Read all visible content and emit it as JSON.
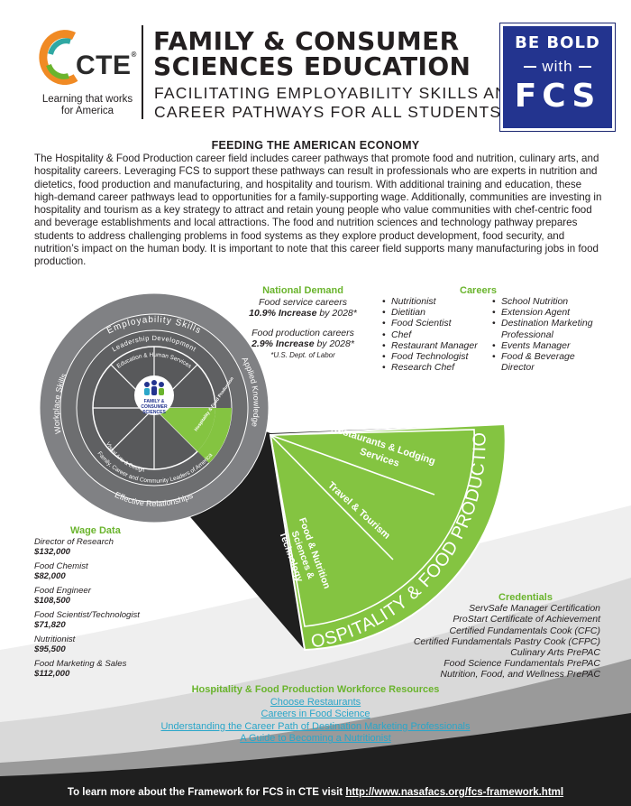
{
  "header": {
    "logo_word": "CTE",
    "logo_mark": "®",
    "logo_tagline_1": "Learning that works",
    "logo_tagline_2": "for America",
    "title_line1": "FAMILY & CONSUMER",
    "title_line2": "SCIENCES EDUCATION",
    "subtitle_line1": "FACILITATING EMPLOYABILITY SKILLS AND",
    "subtitle_line2": "CAREER PATHWAYS FOR ALL STUDENTS",
    "badge_top": "BE BOLD",
    "badge_mid": "with",
    "badge_bottom": "FCS"
  },
  "intro": {
    "heading": "FEEDING THE AMERICAN ECONOMY",
    "body": "The Hospitality & Food Production career field includes career pathways that promote food and nutrition, culinary arts, and hospitality careers. Leveraging FCS to support these pathways can result in professionals who are experts in nutrition and dietetics, food production and manufacturing, and hospitality and tourism. With additional training and education, these high-demand career pathways lead to opportunities for a family-supporting wage. Additionally, communities are investing in hospitality and tourism as a key strategy to attract and retain young people who value communities with chef-centric food and beverage establishments and local attractions. The food and nutrition sciences and technology pathway prepares students to address challenging problems in food systems as they explore product development, food security, and nutrition’s impact on the human body. It is important to note that this career field supports many manufacturing jobs in food production."
  },
  "national_demand": {
    "heading": "National Demand",
    "line1": "Food service careers",
    "line1_stat": "10.9% Increase",
    "line1_suffix": " by 2028*",
    "line2": "Food production careers",
    "line2_stat": "2.9% Increase",
    "line2_suffix": " by 2028*",
    "source": "*U.S. Dept. of Labor"
  },
  "careers": {
    "heading": "Careers",
    "col_a": [
      "Nutritionist",
      "Dietitian",
      "Food Scientist",
      "Chef",
      "Restaurant Manager",
      "Food Technologist",
      "Research Chef"
    ],
    "col_b": [
      "School Nutrition",
      "Extension Agent",
      "Destination Marketing Professional",
      "Events Manager",
      "Food & Beverage Director"
    ]
  },
  "wheel": {
    "ring_outer": [
      "Employability Skills",
      "Applied Knowledge",
      "Effective Relationships",
      "Workplace Skills"
    ],
    "ring_mid": [
      "Leadership Development",
      "Family, Career and Community Leaders of America"
    ],
    "ring_inner": [
      "Education & Human Services",
      "Visual Arts & Design"
    ],
    "center_1": "FAMILY &",
    "center_2": "CONSUMER",
    "center_3": "SCIENCES",
    "highlight_segment": "Hospitality & Food Production",
    "wedge_title": "HOSPITALITY & FOOD PRODUCTION",
    "wedge_title_side": "HOSPITALITY & FOOD PRODUCTION",
    "wedge_sections": [
      "Restaurants & Lodging Services",
      "Travel & Tourism",
      "Food & Nutrition Sciences & Technology"
    ]
  },
  "wage_data": {
    "heading": "Wage Data",
    "items": [
      {
        "title": "Director of Research",
        "wage": "$132,000"
      },
      {
        "title": "Food Chemist",
        "wage": "$82,000"
      },
      {
        "title": "Food Engineer",
        "wage": "$108,500"
      },
      {
        "title": "Food Scientist/Technologist",
        "wage": "$71,820"
      },
      {
        "title": "Nutritionist",
        "wage": "$95,500"
      },
      {
        "title": "Food Marketing & Sales",
        "wage": "$112,000"
      }
    ]
  },
  "credentials": {
    "heading": "Credentials",
    "items": [
      "ServSafe Manager Certification",
      "ProStart Certificate of Achievement",
      "Certified Fundamentals Cook (CFC)",
      "Certified Fundamentals Pastry Cook (CFPC)",
      "Culinary Arts PrePAC",
      "Food Science Fundamentals PrePAC",
      "Nutrition, Food, and Wellness PrePAC"
    ]
  },
  "resources": {
    "heading": "Hospitality & Food Production Workforce Resources",
    "links": [
      "Choose Restaurants",
      "Careers in Food Science",
      "Understanding the Career Path of Destination Marketing Professionals",
      "A Guide to Becoming a Nutritionist"
    ]
  },
  "footer": {
    "text": "To learn more about the Framework for FCS in CTE visit ",
    "url": "http://www.nasafacs.org/fcs-framework.html"
  },
  "colors": {
    "brand_green": "#6ab42d",
    "wedge_green": "#84c441",
    "badge_navy": "#23348f",
    "link_blue": "#2aa6c9",
    "wheel_gray": "#5f6062",
    "footer_black": "#1f1f1f"
  },
  "icons": [
    "cte-swirl-logo-icon",
    "fcs-family-icon"
  ]
}
